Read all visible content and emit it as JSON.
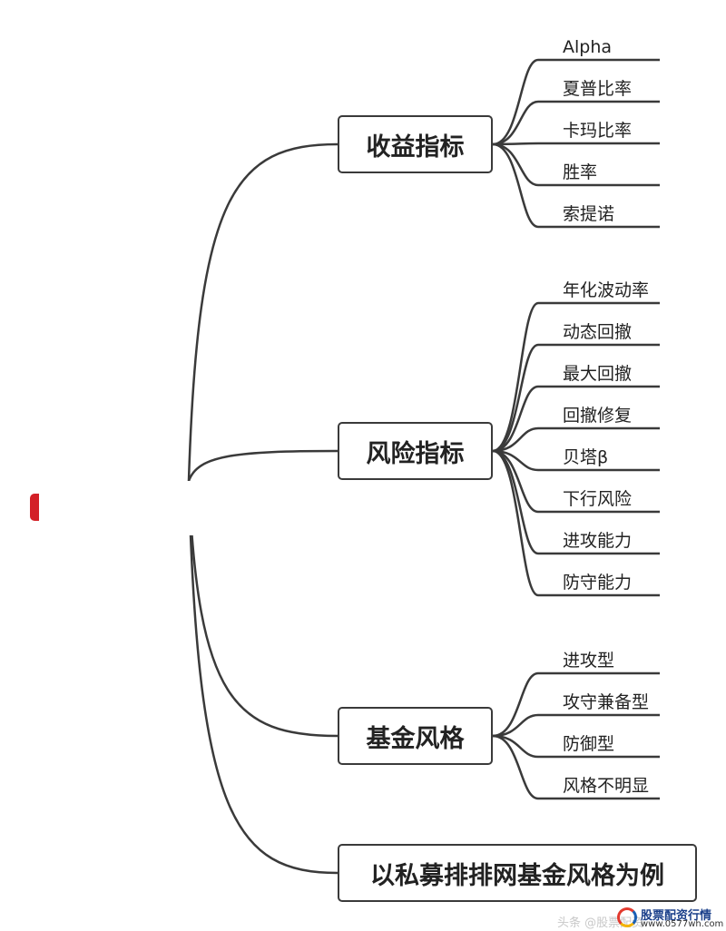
{
  "branches": [
    {
      "label": "收益指标",
      "items": [
        "Alpha",
        "夏普比率",
        "卡玛比率",
        "胜率",
        "索提诺"
      ]
    },
    {
      "label": "风险指标",
      "items": [
        "年化波动率",
        "动态回撤",
        "最大回撤",
        "回撤修复",
        "贝塔β",
        "下行风险",
        "进攻能力",
        "防守能力"
      ]
    },
    {
      "label": "基金风格",
      "items": [
        "进攻型",
        "攻守兼备型",
        "防御型",
        "风格不明显"
      ]
    },
    {
      "label": "以私募排排网基金风格为例",
      "items": []
    }
  ],
  "watermark": "头条 @股票配资",
  "logo": {
    "name": "股票配资行情",
    "url": "www.0577wh.com"
  },
  "colors": {
    "line": "#3a3a3a",
    "box_border": "#3a3a3a",
    "text": "#222222",
    "logo_accent": "#e23a2e"
  }
}
